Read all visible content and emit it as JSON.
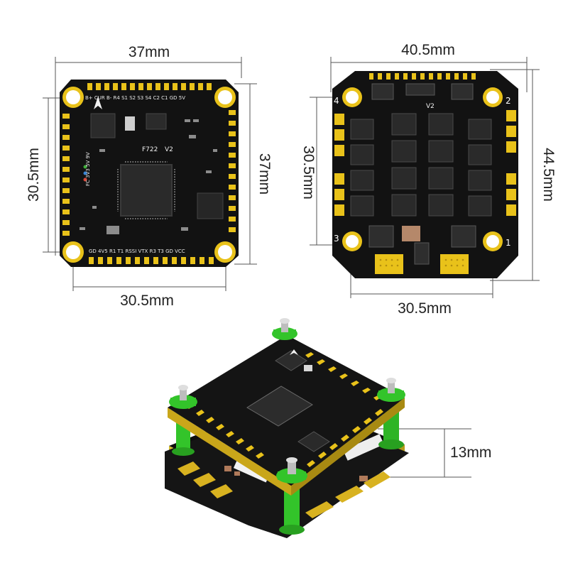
{
  "fc_board": {
    "top_dim": "37mm",
    "bottom_dim": "30.5mm",
    "left_dim": "30.5mm",
    "right_dim": "37mm",
    "chip_label": "F722",
    "version": "V2",
    "top_pin_labels": "B+ CUR B- R4 S1 S2 S3 S4 C2 C1 GD 5V",
    "bottom_pin_labels": "GD 4V5 R1 T1 RSSI VTX R3 T3 GD VCC",
    "led_labels": "FC 3V3 5V 9V"
  },
  "esc_board": {
    "top_dim": "40.5mm",
    "bottom_dim": "30.5mm",
    "left_dim": "30.5mm",
    "right_dim": "44.5mm",
    "version": "V2",
    "corner_numbers": [
      "4",
      "2",
      "3",
      "1"
    ]
  },
  "stack": {
    "height_dim": "13mm"
  },
  "colors": {
    "pcb": "#121212",
    "gold": "#e9c21a",
    "standoff": "#33c42a",
    "silver": "#c9c9c9"
  }
}
